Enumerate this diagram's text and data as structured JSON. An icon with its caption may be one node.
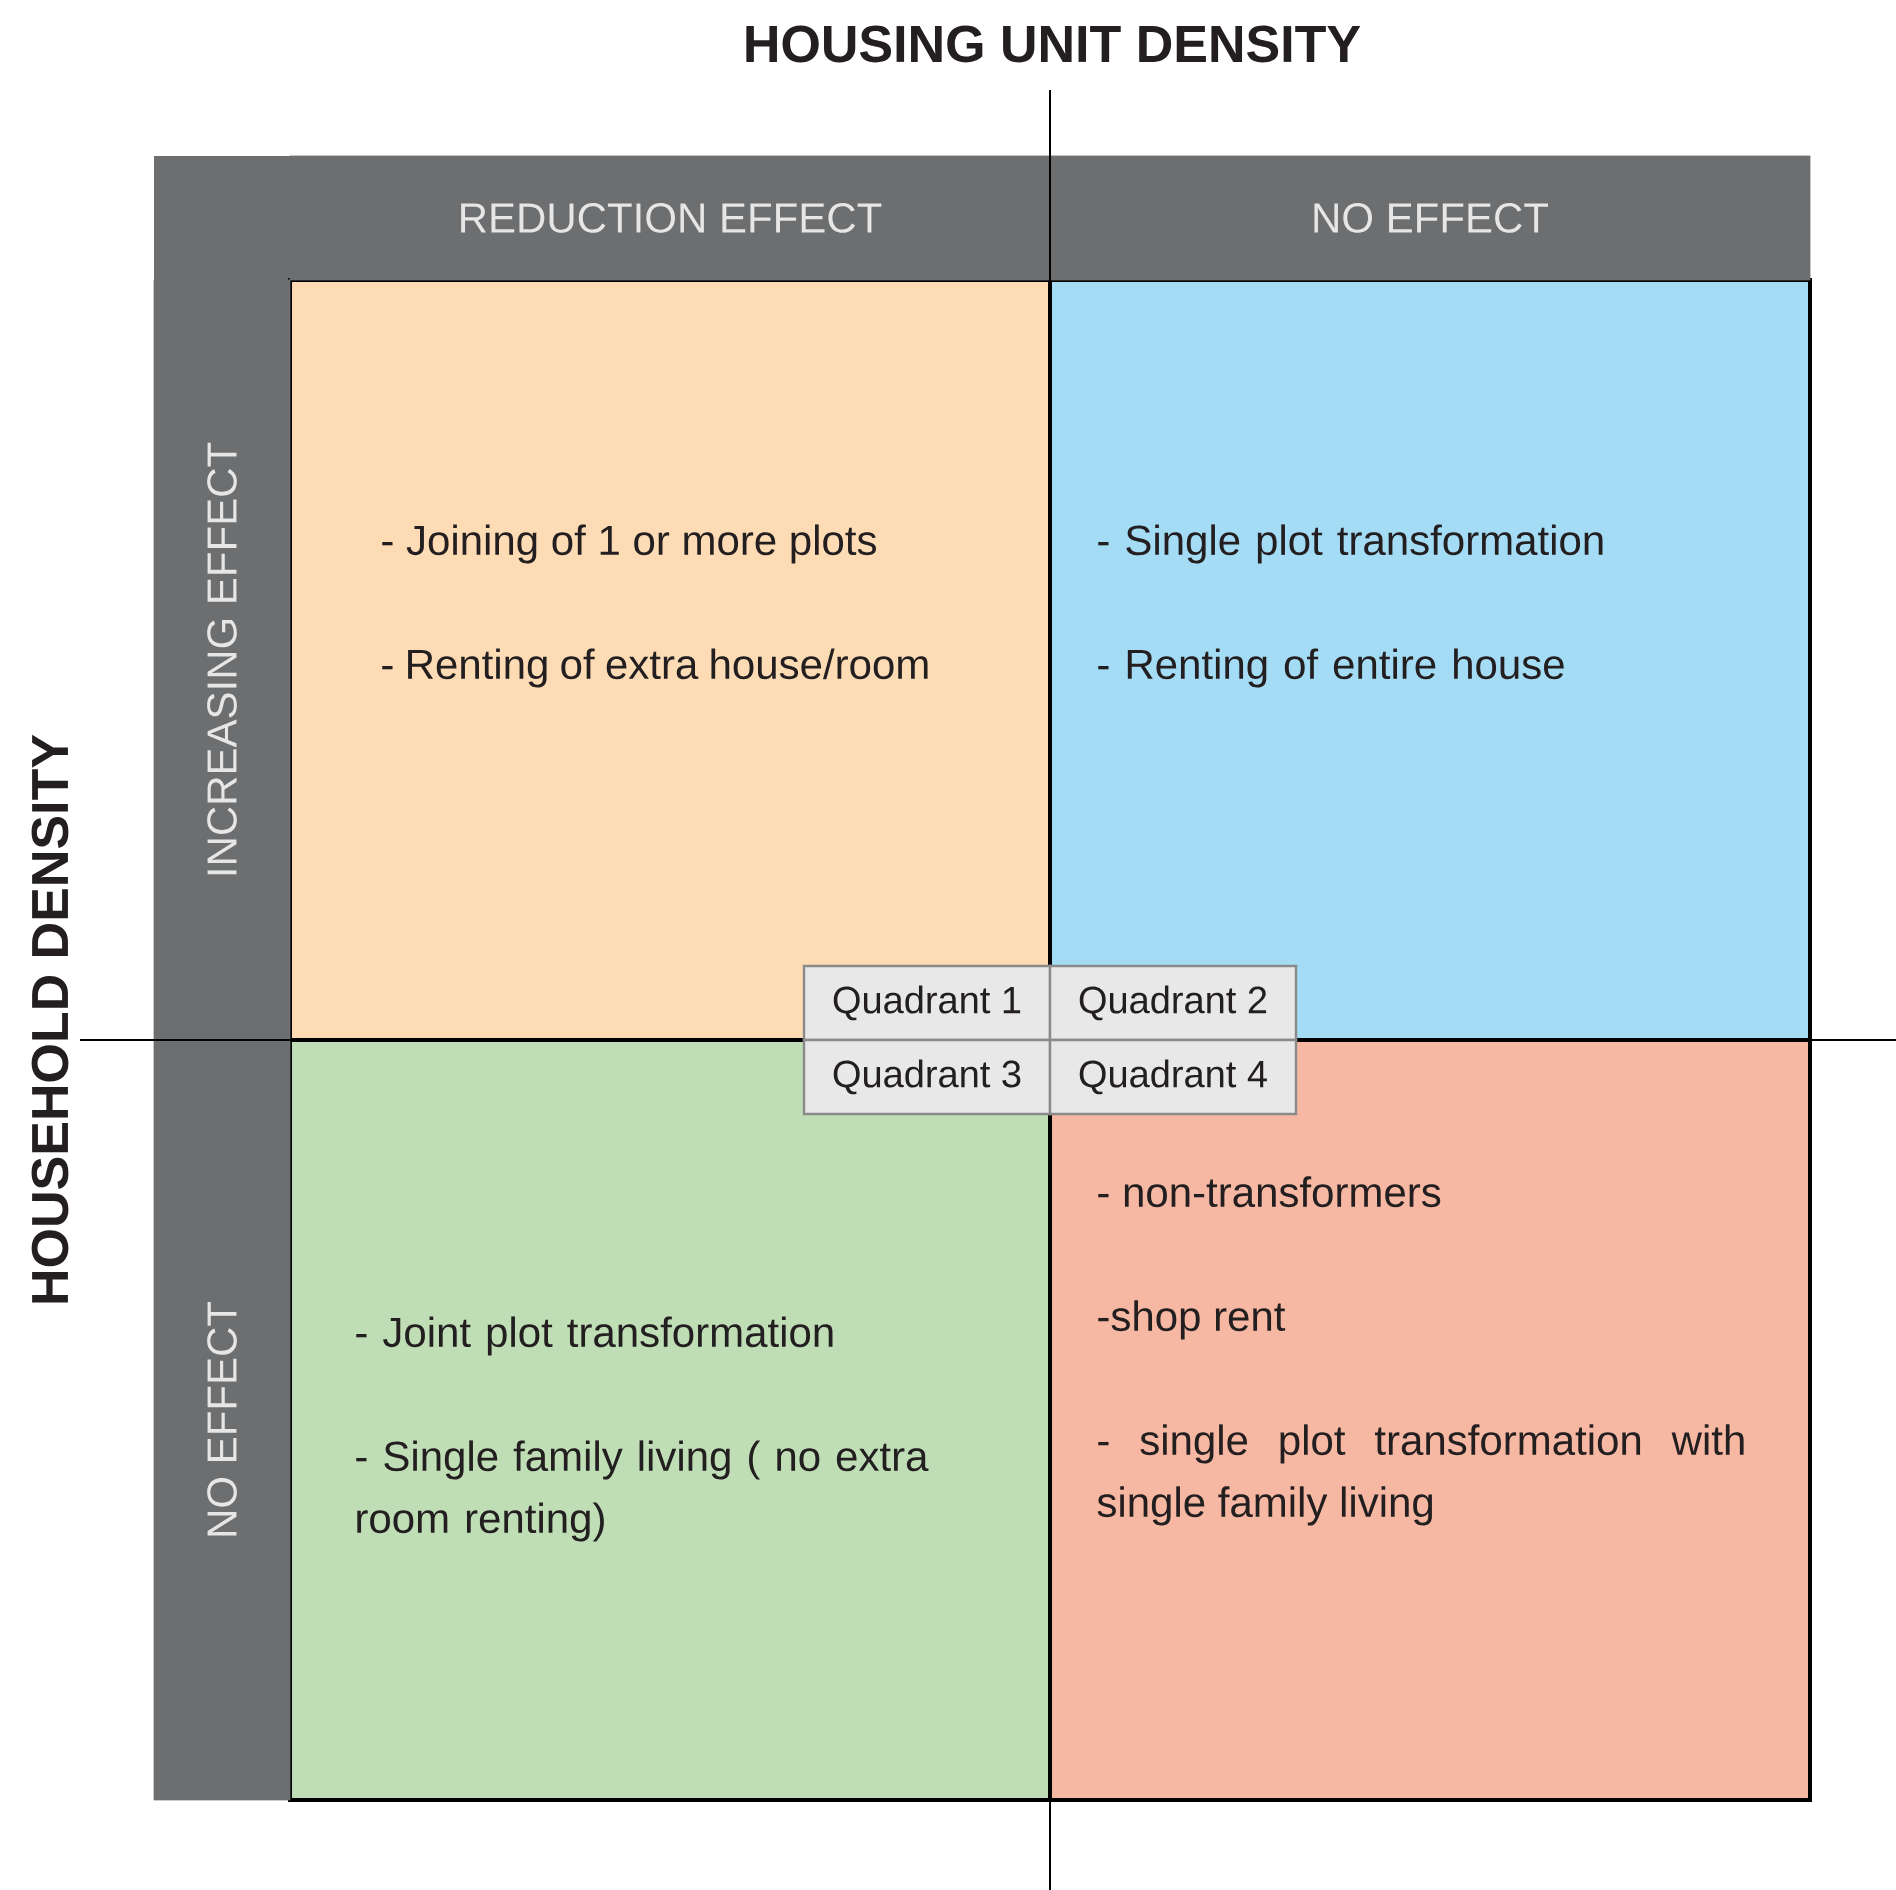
{
  "diagram": {
    "nodes": [
      {
        "text": [
          "- Joining of  1 or more plots",
          "- Renting of extra house/room"
        ]
      },
      {
        "text": [
          "- Single plot transformation",
          "- Renting of entire house"
        ]
      },
      {
        "text": [
          "- Joint plot transformation",
          "- Single family living ( no extra room renting)"
        ]
      },
      {
        "text": [
          "- non-transformers",
          "-shop rent",
          "- single plot transformation with single family living"
        ]
      },
      {
        "text": [
          "Quadrant 1"
        ],
        "in": 0
      },
      {
        "text": [
          "Quadrant 2"
        ],
        "in": 1
      },
      {
        "text": [
          "Quadrant 3"
        ],
        "in": 2
      },
      {
        "text": [
          "Quadrant 4"
        ],
        "in": 3
      },
      {
        "text": [
          "REDUCTION EFFECT"
        ]
      },
      {
        "text": [
          "NO EFFECT"
        ]
      },
      {
        "text": [
          "INCREASING EFFECT"
        ]
      },
      {
        "text": [
          "NO EFFECT"
        ]
      }
    ],
    "labels": [
      "HOUSING UNIT DENSITY",
      "HOUSEHOLD DENSITY"
    ]
  }
}
